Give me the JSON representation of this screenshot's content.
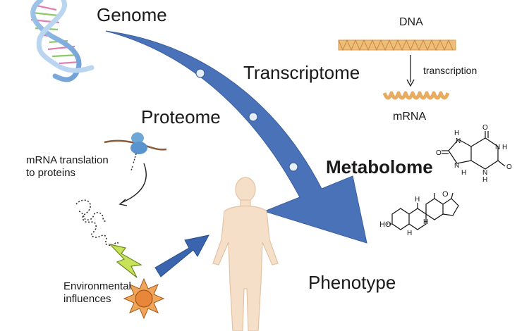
{
  "labels": {
    "genome": "Genome",
    "transcriptome": "Transcriptome",
    "proteome": "Proteome",
    "metabolome": "Metabolome",
    "phenotype": "Phenotype",
    "dna": "DNA",
    "transcription": "transcription",
    "mrna": "mRNA",
    "translation": "mRNA translation\nto proteins",
    "environment": "Environmental\ninfluences"
  },
  "chemistry": {
    "purine_atoms": [
      "O",
      "H",
      "N",
      "N",
      "H",
      "O",
      "H",
      "N",
      "N",
      "H",
      "O"
    ],
    "steroid_ho": "HO",
    "steroid_oxygen": "O",
    "steroid_h": "H"
  },
  "colors": {
    "main_arrow": "#4a72b8",
    "small_arrow": "#3a64ad",
    "body": "#f6dfc8",
    "dna_strand": "#e5ac62",
    "sun": "#e8863a",
    "lightning": "#c8e35a"
  },
  "icons": [
    "double-helix-icon",
    "dna-strand-icon",
    "mrna-strand-icon",
    "ribosome-icon",
    "protein-coil-icon",
    "lightning-icon",
    "sun-icon",
    "human-body-icon",
    "purine-molecule-icon",
    "steroid-molecule-icon"
  ]
}
